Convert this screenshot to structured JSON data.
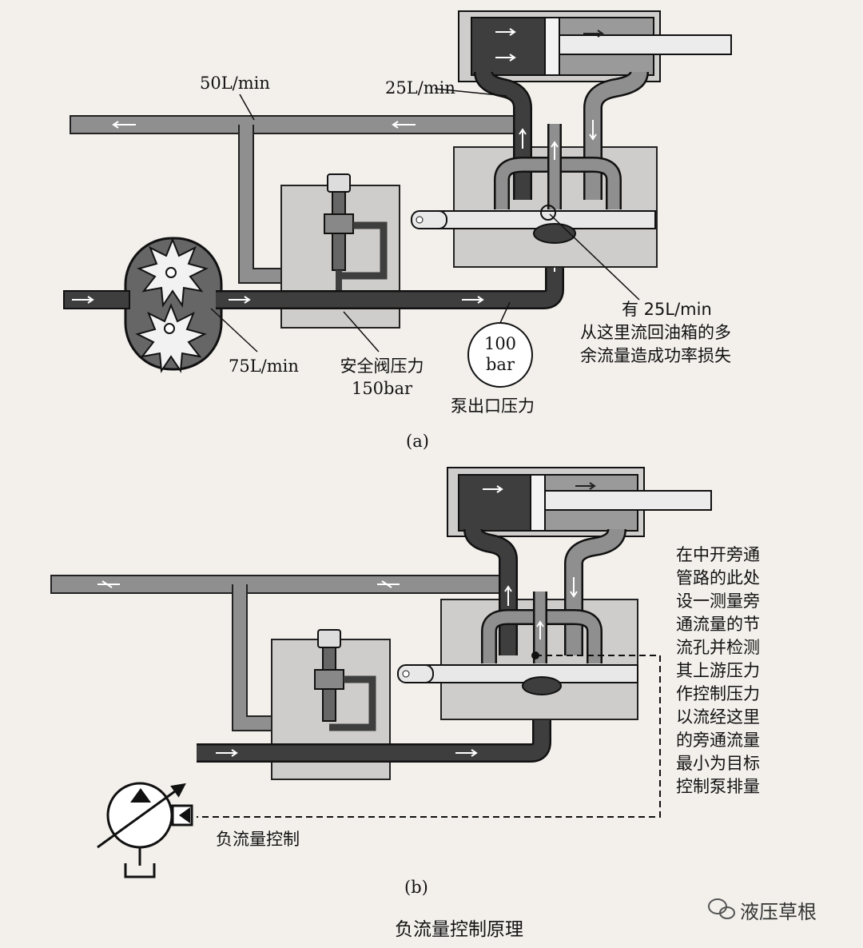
{
  "diagram_a": {
    "flow_50": "50L/min",
    "flow_25": "25L/min",
    "flow_75": "75L/min",
    "relief_label": "安全阀压力",
    "relief_value": "150bar",
    "pressure_value": "100",
    "pressure_unit": "bar",
    "pump_outlet": "泵出口压力",
    "note_line1": "有 25L/min",
    "note_line2": "从这里流回油箱的多",
    "note_line3": "余流量造成功率损失",
    "caption": "(a)"
  },
  "diagram_b": {
    "note_lines": [
      "在中开旁通",
      "管路的此处",
      "设一测量旁",
      "通流量的节",
      "流孔并检测",
      "其上游压力",
      "作控制压力",
      "以流经这里",
      "的旁通流量",
      "最小为目标",
      "控制泵排量"
    ],
    "control_label": "负流量控制",
    "caption": "(b)"
  },
  "figure_title": "负流量控制原理",
  "watermark": "液压草根",
  "colors": {
    "pipe_light": "#8f8f8f",
    "pipe_dark": "#3e3e3e",
    "block": "#cfcdcb",
    "paper": "#f3f0ec"
  }
}
